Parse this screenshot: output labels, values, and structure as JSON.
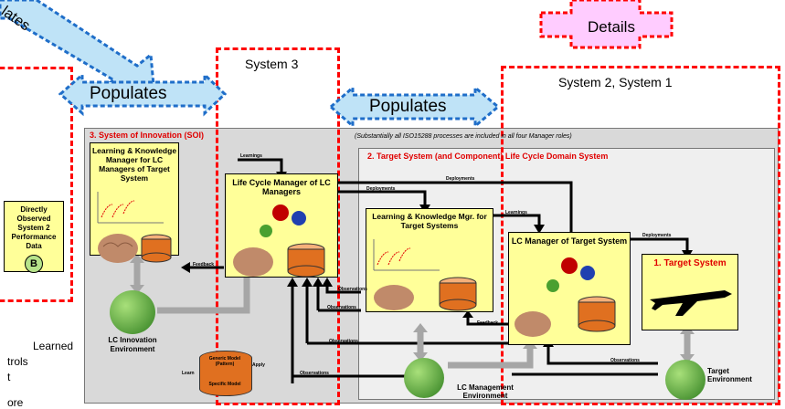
{
  "top_arrows": {
    "populates_left_partial": "lates",
    "details": "Details"
  },
  "labels": {
    "system3": "System 3",
    "system21": "System 2, System 1",
    "populates_left": "Populates",
    "populates_mid": "Populates"
  },
  "soi": {
    "title": "3.  System of Innovation (SOI)",
    "note": "(Substantially all ISO15288 processes are included in all four Manager roles)",
    "lk_manager": "Learning & Knowledge Manager for LC Managers of Target System",
    "lc_manager": "Life Cycle Manager of LC Managers",
    "lc_innovation_env": "LC Innovation Environment",
    "generic_model": "Generic Model (Pattern)",
    "specific_model": "Specific Model",
    "learn": "Learn",
    "apply": "Apply"
  },
  "target_domain": {
    "title": "2.  Target System (and Component)  Life Cycle Domain System",
    "lk_mgr": "Learning & Knowledge Mgr. for Target Systems",
    "lc_mgr": "LC Manager of Target System",
    "target_system": "1. Target System",
    "lc_mgmt_env": "LC Management Environment",
    "target_env": "Target Environment"
  },
  "arrow_labels": {
    "learnings1": "Learnings",
    "learnings2": "Learnings",
    "deployments1": "Deployments",
    "deployments2": "Deployments",
    "deployments3": "Deployments",
    "feedback1": "Feedback",
    "feedback2": "Feedback",
    "observations1": "Observations",
    "observations2": "Observations",
    "observations3": "Observations",
    "observations4": "Observations",
    "observations5": "Observations"
  },
  "left_panel": {
    "directly_observed": "Directly Observed System 2 Performance Data",
    "badge": "B",
    "learned": "Learned",
    "trols": "trols",
    "t": "t",
    "ore": "ore"
  },
  "colors": {
    "red_dash": "#ff0000",
    "blue_arrow": "#bfe3f7",
    "blue_border": "#1f6ec9",
    "pink_arrow": "#ffccff",
    "yellow_box": "#ffff99",
    "title_red": "#e00000",
    "gray_outer": "#d9d9d9",
    "gray_inner": "#efefef",
    "green_badge": "#b6e38a"
  },
  "icons": [
    "brain-icon",
    "gear-icon",
    "airplane-icon",
    "earth-icon",
    "database-icon"
  ]
}
